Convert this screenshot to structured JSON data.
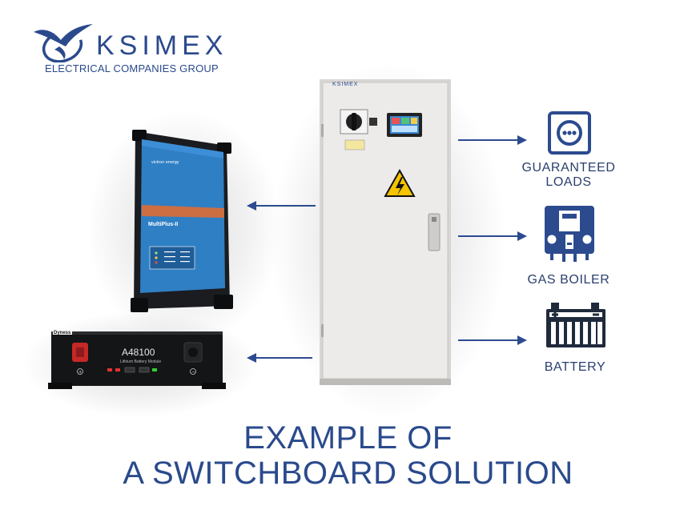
{
  "brand": {
    "name": "KSIMEX",
    "tagline": "ELECTRICAL COMPANIES GROUP",
    "color": "#2a4a8c"
  },
  "products": {
    "cabinet_brand": "KSIMEX",
    "inverter_model": "MultiPlus-II",
    "inverter_brand": "victron energy",
    "battery_brand": "Dyness",
    "battery_model": "A48100",
    "battery_caption": "Lithium Battery Module"
  },
  "outputs": [
    {
      "icon": "power-socket-icon",
      "label_line1": "GUARANTEED",
      "label_line2": "LOADS"
    },
    {
      "icon": "gas-boiler-icon",
      "label_line1": "GAS BOILER",
      "label_line2": ""
    },
    {
      "icon": "battery-icon",
      "label_line1": "BATTERY",
      "label_line2": ""
    }
  ],
  "headline": {
    "line1": "EXAMPLE OF",
    "line2": "A SWITCHBOARD SOLUTION"
  },
  "colors": {
    "accent": "#2a4a8c",
    "icon_blue": "#2c4b8f",
    "inverter_blue": "#2f7fc4",
    "cabinet": "#ecebea",
    "warning_yellow": "#f4c400"
  }
}
